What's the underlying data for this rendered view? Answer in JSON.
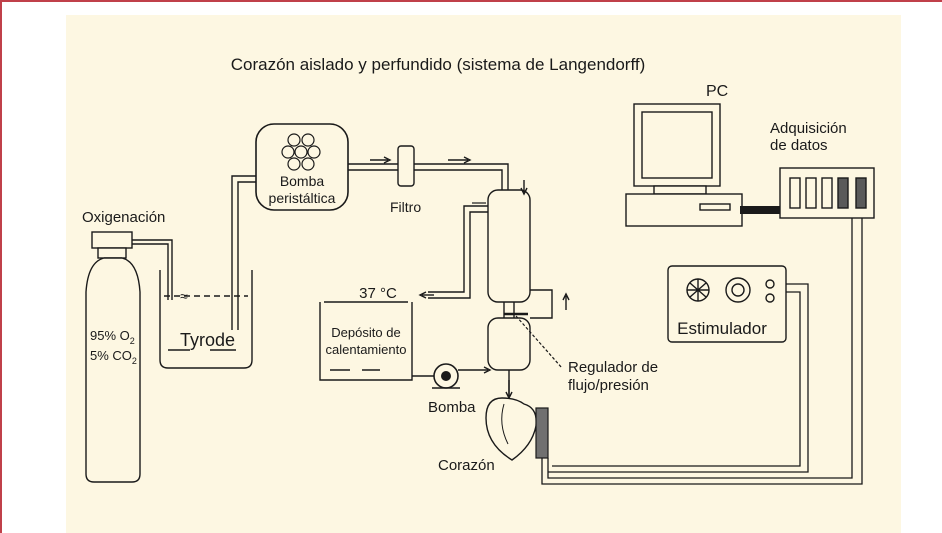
{
  "title": "Corazón aislado y perfundido (sistema de Langendorff)",
  "labels": {
    "pc": "PC",
    "acq_line1": "Adquisición",
    "acq_line2": "de datos",
    "oxygenation": "Oxigenación",
    "gas_line1": "95% O",
    "gas_line1_sub": "2",
    "gas_line2": "5% CO",
    "gas_line2_sub": "2",
    "tyrode": "Tyrode",
    "pump_line1": "Bomba",
    "pump_line2": "peristáltica",
    "filter": "Filtro",
    "temperature": "37 °C",
    "reservoir_line1": "Depósito de",
    "reservoir_line2": "calentamiento",
    "pump": "Bomba",
    "regulator_line1": "Regulador de",
    "regulator_line2": "flujo/presión",
    "stimulator": "Estimulador",
    "heart": "Corazón"
  },
  "colors": {
    "panel": "#fdf7e2",
    "border": "#c0404a",
    "ink": "#1a1a1a"
  }
}
